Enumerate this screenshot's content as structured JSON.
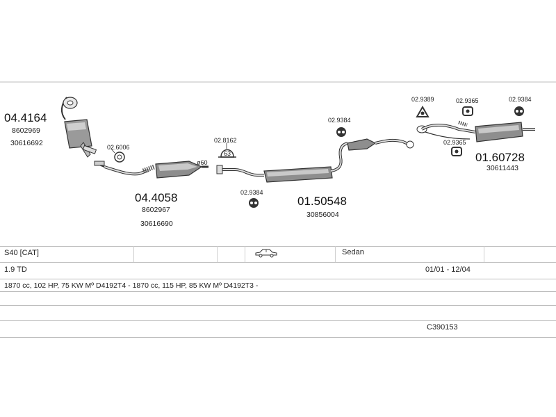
{
  "parts": {
    "p044164": {
      "code": "04.4164",
      "refs": [
        "8602969",
        "30616692"
      ]
    },
    "p044058": {
      "code": "04.4058",
      "refs": [
        "8602967",
        "30616690"
      ]
    },
    "p0150548": {
      "code": "01.50548",
      "refs": [
        "30856004"
      ]
    },
    "p0160728": {
      "code": "01.60728",
      "refs": [
        "30611443"
      ]
    },
    "small": {
      "s026006": "02.6006",
      "s028162": "02.8162",
      "s029384a": "02.9384",
      "s029384b": "02.9384",
      "s029389": "02.9389",
      "s029365a": "02.9365",
      "s029384c": "02.9384",
      "s029365b": "02.9365"
    },
    "diameter_label": "ø60",
    "clamp_label": "63"
  },
  "info": {
    "model": "S40  [CAT]",
    "body": "Sedan",
    "engine": "1.9 TD",
    "years": "01/01 - 12/04",
    "specs": "1870 cc, 102 HP, 75 KW Mº D4192T4 - 1870 cc, 115 HP, 85 KW Mº D4192T3 -",
    "catalog_no": "C390153"
  },
  "colors": {
    "line": "#333333",
    "muffler": "#8a8a8a",
    "grid": "#bdbdbd"
  }
}
